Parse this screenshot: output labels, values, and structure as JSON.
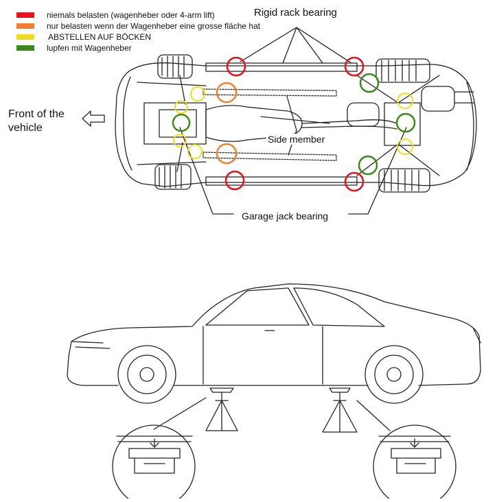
{
  "legend": [
    {
      "color": "#e8101a",
      "text": "niemals belasten (wagenheber oder 4-arm lift)"
    },
    {
      "color": "#f08030",
      "text": "nur belasten wenn der Wagenheber eine grosse fläche hat"
    },
    {
      "color": "#f0dc20",
      "text": "ABSTELLEN AUF BÖCKEN"
    },
    {
      "color": "#3a8a1a",
      "text": "lupfen mit Wagenheber"
    }
  ],
  "labels": {
    "rigid_rack": "Rigid rack bearing",
    "front_line1": "Front of the",
    "front_line2": "vehicle",
    "side_member": "Side member",
    "garage_jack": "Garage jack bearing"
  },
  "colors": {
    "red": "#e8101a",
    "orange": "#f08030",
    "yellow": "#f0dc20",
    "green": "#3a8a1a",
    "line": "#222222"
  }
}
